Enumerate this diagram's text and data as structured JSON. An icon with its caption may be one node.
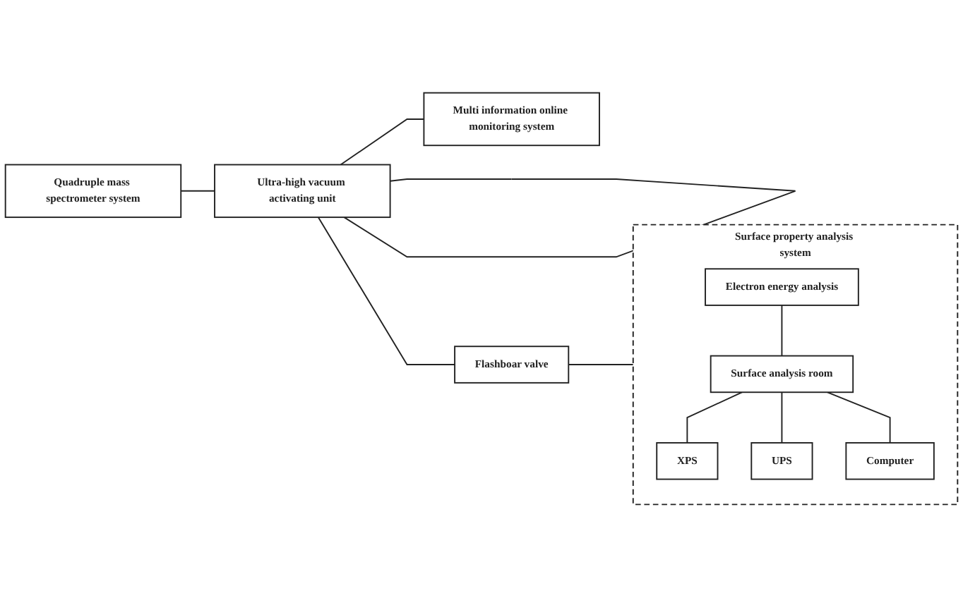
{
  "diagram": {
    "nodes": [
      {
        "text": [
          "Quadruple mass spectrometer system"
        ]
      },
      {
        "text": [
          "Ultra-high vacuum activating unit"
        ]
      },
      {
        "text": [
          "Multi information online monitoring system"
        ]
      },
      {
        "text": [
          "Flashboar valve"
        ]
      },
      {
        "text": [
          "Surface property analysis system"
        ]
      },
      {
        "text": [
          "Electron energy analysis"
        ],
        "in": 4
      },
      {
        "text": [
          "Surface analysis room"
        ],
        "in": 4
      },
      {
        "text": [
          "XPS"
        ],
        "in": 4
      },
      {
        "text": [
          "UPS"
        ],
        "in": 4
      },
      {
        "text": [
          "Computer"
        ],
        "in": 4
      }
    ],
    "edges": [
      {
        "from": 0,
        "to": 1,
        "arrow": "none"
      },
      {
        "from": 1,
        "to": 2,
        "arrow": "none"
      },
      {
        "from": 1,
        "to": 1,
        "arrow": "none"
      },
      {
        "from": 1,
        "to": 3,
        "arrow": "none"
      },
      {
        "from": 3,
        "to": 4,
        "arrow": "none"
      },
      {
        "from": 5,
        "to": 6,
        "arrow": "none"
      },
      {
        "from": 6,
        "to": 7,
        "arrow": "none"
      },
      {
        "from": 6,
        "to": 8,
        "arrow": "none"
      },
      {
        "from": 6,
        "to": 9,
        "arrow": "none"
      }
    ]
  }
}
